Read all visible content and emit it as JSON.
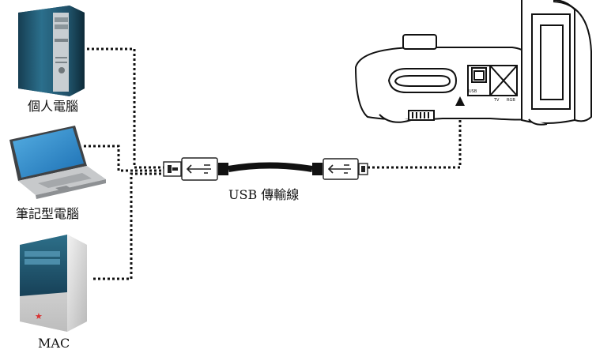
{
  "devices": {
    "pc_label": "個人電腦",
    "notebook_label": "筆記型電腦",
    "mac_label": "MAC"
  },
  "cable": {
    "label": "USB 傳輸線"
  },
  "projector": {
    "usb_port_label": "USB",
    "tv_label": "TV",
    "rgb_label": "RGB"
  },
  "colors": {
    "tower_teal": "#2b6f8c",
    "screen_blue": "#2f8fc8",
    "cable_black": "#111111",
    "mac_star": "#d93030"
  }
}
